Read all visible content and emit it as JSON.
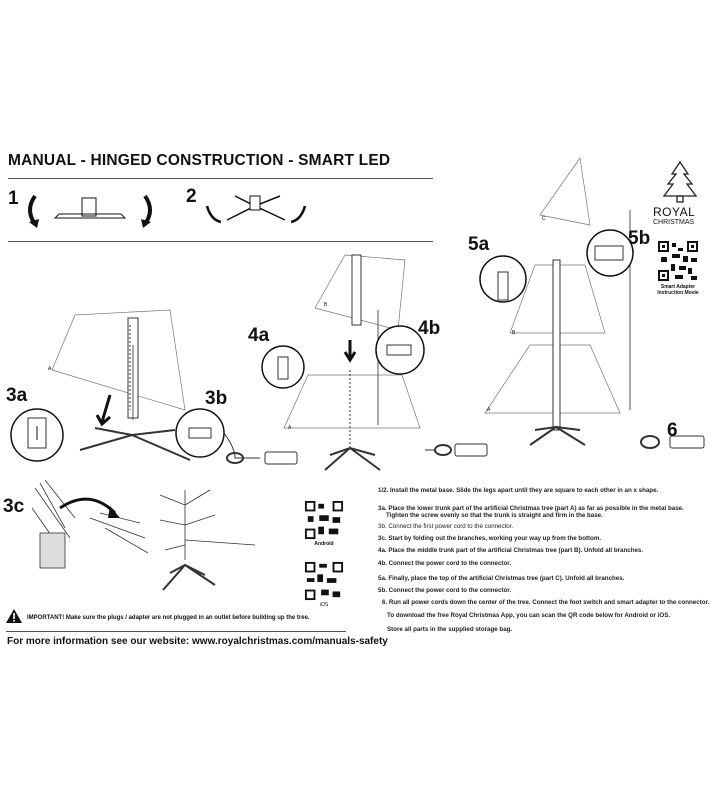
{
  "header": {
    "title": "MANUAL - HINGED CONSTRUCTION - SMART LED"
  },
  "logo": {
    "line1": "ROYAL",
    "line2": "CHRISTMAS"
  },
  "steps": {
    "s1": "1",
    "s2": "2",
    "s3a": "3a",
    "s3b": "3b",
    "s3c": "3c",
    "s4a": "4a",
    "s4b": "4b",
    "s5a": "5a",
    "s5b": "5b",
    "s6": "6"
  },
  "parts": {
    "a": "A",
    "b": "B",
    "c": "C"
  },
  "qr": {
    "smart_adapter": "Smart Adapter Instruction Movie",
    "android": "Android",
    "ios": "iOS"
  },
  "instructions": [
    "1/2. Install the metal base. Slide the legs apart until they are square to each other in an x shape.",
    "3a. Place the lower trunk part of the artificial Christmas tree (part A) as far as possible in the metal base.",
    "Tighten the screw evenly so that the trunk is straight and firm in the base.",
    "3b. Connect the first power cord to the connector.",
    "3c. Start by folding out the branches, working your way up from the bottom.",
    "4a. Place the middle trunk part of the artificial Christmas tree (part B). Unfold all branches.",
    "4b. Connect the power cord to the connector.",
    "5a. Finally, place the top of the artificial Christmas tree (part C). Unfold all branches.",
    "5b. Connect the power cord to the connector.",
    "6. Run all power cords down the center of the tree. Connect the foot switch and smart adapter to the connector.",
    "To download the free Royal Christmas App, you can scan the QR code below for Android or iOS.",
    "Store all parts in the supplied storage bag."
  ],
  "warning": "IMPORTANT! Make sure the plugs / adapter are not plugged in an outlet before building up the tree.",
  "footer": "For more information see our website: www.royalchristmas.com/manuals-safety"
}
